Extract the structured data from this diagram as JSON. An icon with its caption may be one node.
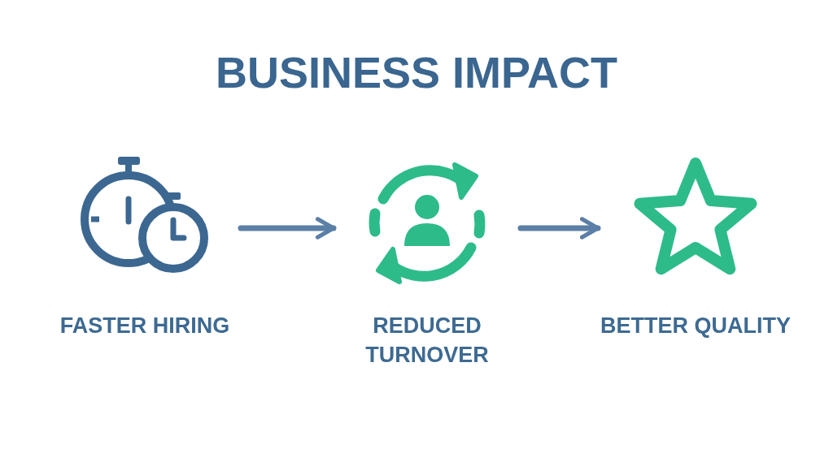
{
  "diagram": {
    "title": "BUSINESS IMPACT",
    "nodes": [
      {
        "text": [
          "FASTER HIRING"
        ]
      },
      {
        "text": [
          "REDUCED TURNOVER"
        ]
      },
      {
        "text": [
          "BETTER QUALITY"
        ]
      }
    ],
    "edges": [
      {
        "from": 0,
        "to": 1,
        "arrow": "to"
      },
      {
        "from": 1,
        "to": 2,
        "arrow": "to"
      }
    ]
  }
}
